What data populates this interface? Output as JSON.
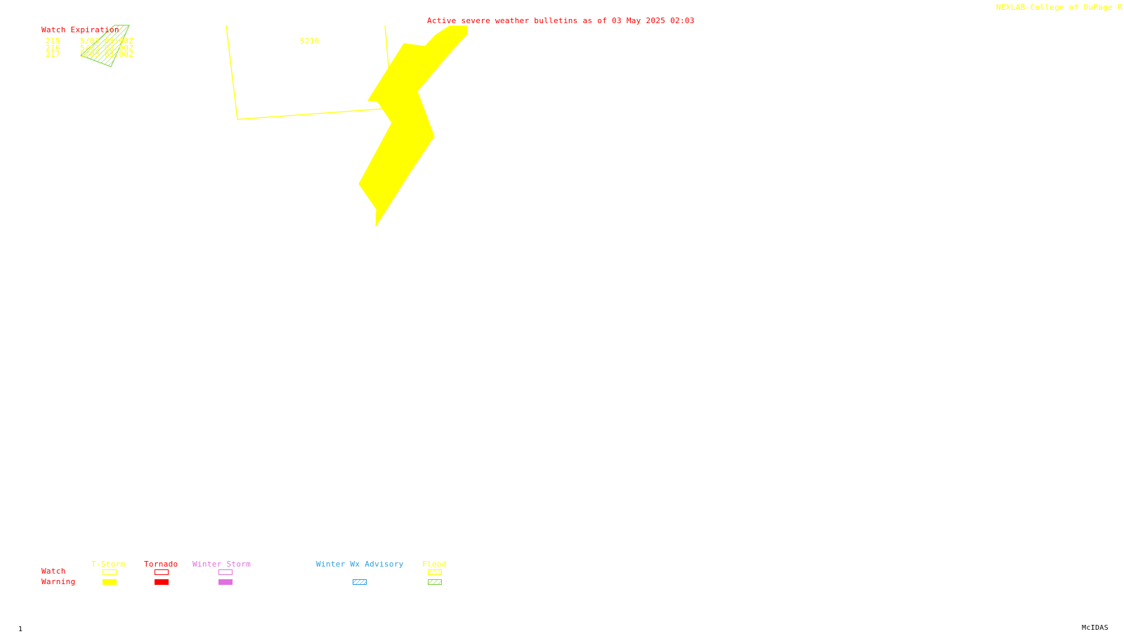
{
  "header": {
    "title": "Active severe weather bulletins as of 03 May 2025 02:03",
    "credit": "NEXLAB-College of DuPage R"
  },
  "watch_expiration": {
    "heading": "Watch Expiration",
    "rows": [
      {
        "id": "215",
        "expires": "5/03 03:00Z"
      },
      {
        "id": "216",
        "expires": "5/03 03:00Z"
      },
      {
        "id": "217",
        "expires": "5/03 03:00Z"
      }
    ]
  },
  "map": {
    "watch_label": "S216",
    "colors": {
      "tstorm": "#ffff00",
      "tornado": "#ff0000",
      "winter_storm": "#e070e0",
      "winter_advisory": "#2aa0e0",
      "flood": "#ffff00",
      "flood_warning": "#80d040"
    }
  },
  "legend": {
    "rows": {
      "watch": "Watch",
      "warning": "Warning"
    },
    "categories": [
      {
        "key": "tstorm",
        "label": "T-Storm",
        "color": "#ffff00"
      },
      {
        "key": "tornado",
        "label": "Tornado",
        "color": "#ff0000"
      },
      {
        "key": "winter_storm",
        "label": "Winter Storm",
        "color": "#e070e0"
      },
      {
        "key": "winter_advisory",
        "label": "Winter Wx Advisory",
        "color": "#2aa0e0"
      },
      {
        "key": "flood",
        "label": "Flood",
        "color": "#ffff00"
      }
    ]
  },
  "footer": {
    "frame_number": "1",
    "software": "McIDAS"
  }
}
